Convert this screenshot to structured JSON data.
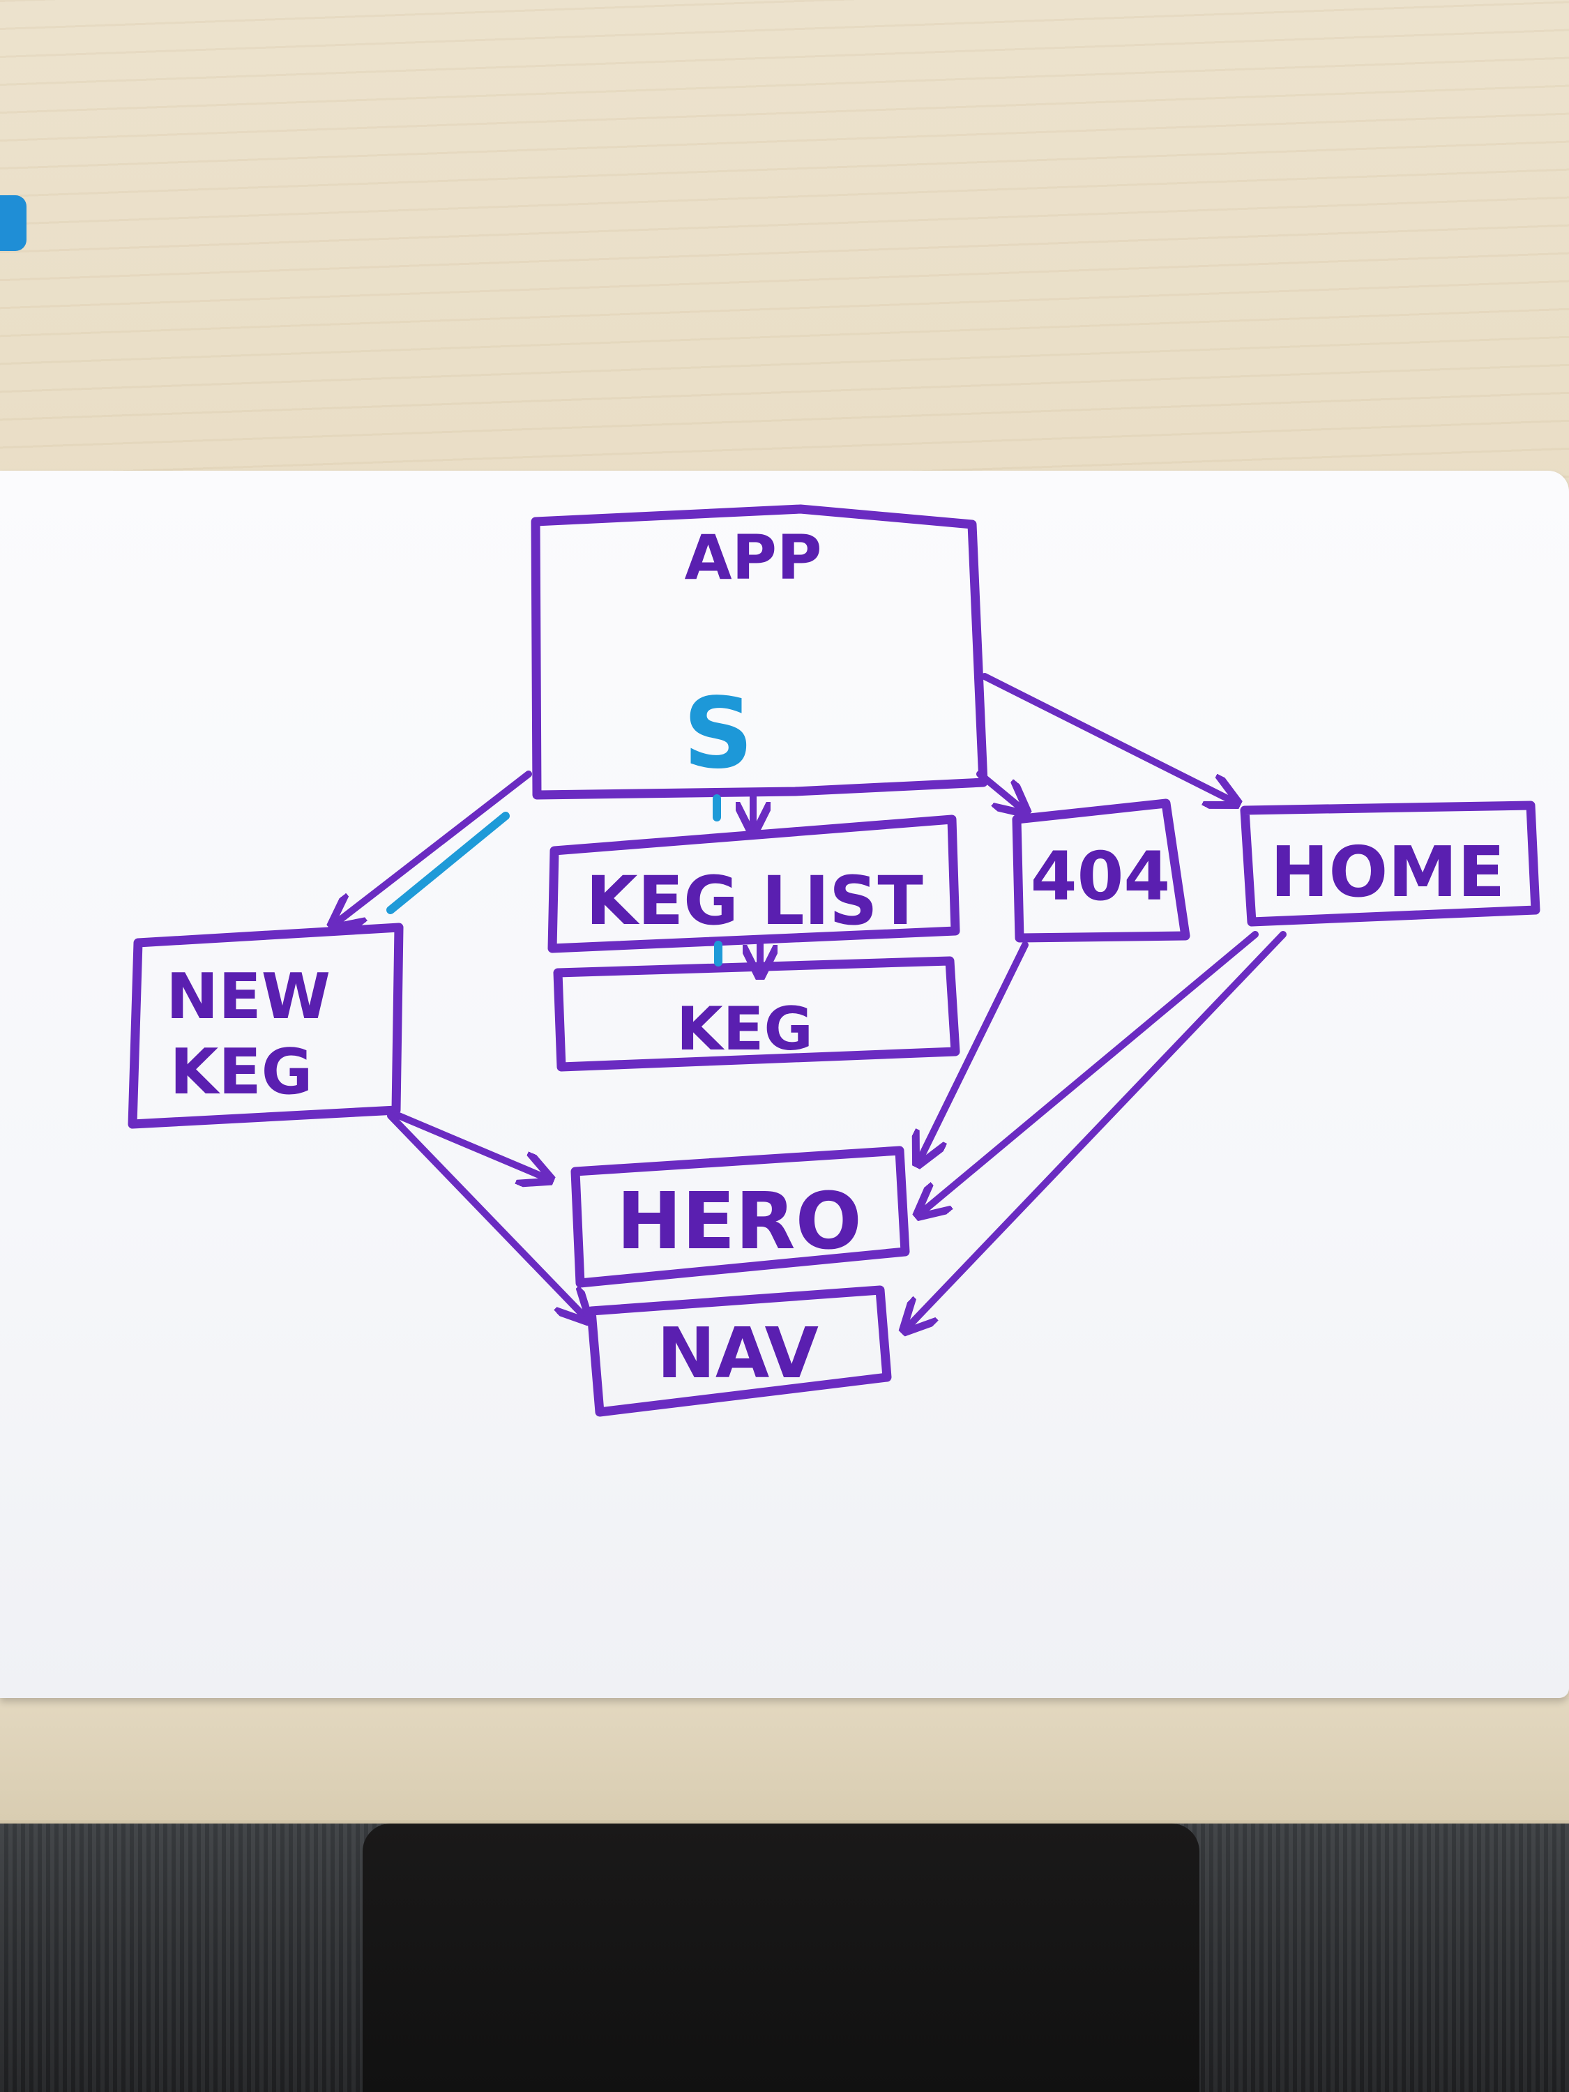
{
  "colors": {
    "marker_purple": "#6a2bc1",
    "marker_blue": "#1e9ad8",
    "board": "#f8f9fb",
    "desk": "#e9dfcb"
  },
  "diagram": {
    "nodes": [
      {
        "id": "app",
        "label": "APP",
        "state_marker": "S"
      },
      {
        "id": "keg_list",
        "label": "KEG LIST"
      },
      {
        "id": "keg",
        "label": "KEG"
      },
      {
        "id": "not_found",
        "label": "404"
      },
      {
        "id": "home",
        "label": "HOME"
      },
      {
        "id": "new_keg",
        "label_line1": "NEW",
        "label_line2": "KEG"
      },
      {
        "id": "hero",
        "label": "HERO"
      },
      {
        "id": "nav",
        "label": "NAV"
      }
    ],
    "edges": [
      {
        "from": "app",
        "to": "new_keg"
      },
      {
        "from": "app",
        "to": "keg_list"
      },
      {
        "from": "keg_list",
        "to": "keg"
      },
      {
        "from": "app",
        "to": "not_found"
      },
      {
        "from": "app",
        "to": "home"
      },
      {
        "from": "new_keg",
        "to": "hero"
      },
      {
        "from": "new_keg",
        "to": "nav"
      },
      {
        "from": "not_found",
        "to": "hero"
      },
      {
        "from": "home",
        "to": "hero"
      },
      {
        "from": "home",
        "to": "nav"
      }
    ]
  }
}
